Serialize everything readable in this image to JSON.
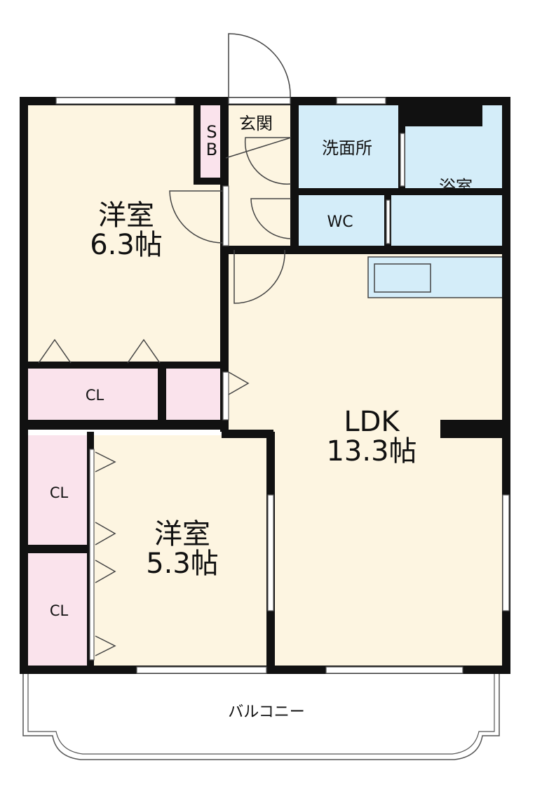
{
  "floorplan": {
    "colors": {
      "wall": "#111111",
      "western_room": "#fdf5e1",
      "closet": "#fae3ec",
      "wet_area": "#d4edf9",
      "balcony": "#ffffff"
    },
    "rooms": {
      "western_room_1": {
        "name": "洋室",
        "size": "6.3帖"
      },
      "western_room_2": {
        "name": "洋室",
        "size": "5.3帖"
      },
      "ldk": {
        "name": "LDK",
        "size": "13.3帖"
      },
      "entrance": {
        "name": "玄関"
      },
      "shoe_box": {
        "name_top": "S",
        "name_bottom": "B"
      },
      "washroom": {
        "name": "洗面所"
      },
      "bathroom": {
        "name": "浴室"
      },
      "toilet": {
        "name": "WC"
      },
      "closet_1": {
        "name": "CL"
      },
      "closet_2": {
        "name": "CL"
      },
      "closet_3": {
        "name": "CL"
      },
      "balcony": {
        "name": "バルコニー"
      }
    }
  }
}
